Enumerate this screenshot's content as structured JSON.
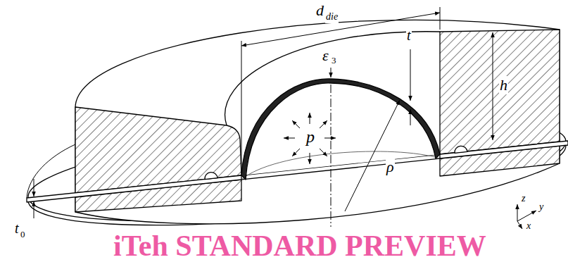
{
  "diagram": {
    "labels": [
      "d",
      "die",
      "t",
      "ε",
      "3",
      "h",
      "p",
      "ρ",
      "t",
      "0",
      "z",
      "y",
      "x",
      "iTeh STANDARD PREVIEW"
    ]
  }
}
